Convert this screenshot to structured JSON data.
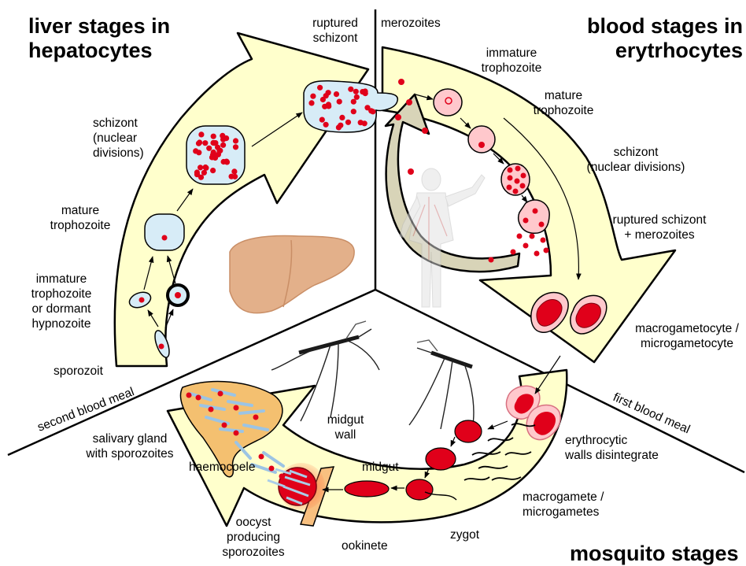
{
  "headings": {
    "liver": "liver stages in\nhepatocytes",
    "blood": "blood stages in\nerytrhocytes",
    "mosquito": "mosquito stages"
  },
  "liver_labels": {
    "ruptured_schizont": "ruptured\nschizont",
    "schizont": "schizont\n(nuclear\ndivisions)",
    "mature_trophozoite": "mature\ntrophozoite",
    "immature_trophozoite": "immature\ntrophozoite\nor dormant\nhypnozoite",
    "sporozoit": "sporozoit"
  },
  "blood_labels": {
    "merozoites": "merozoites",
    "immature_trophozoite": "immature\ntrophozoite",
    "mature_trophozoite": "mature\ntrophozoite",
    "schizont": "schizont\n(nuclear divisions)",
    "ruptured_schizont": "ruptured schizont\n+ merozoites",
    "gametocyte": "macrogametocyte /\nmicrogametocyte"
  },
  "mosquito_labels": {
    "second_blood_meal": "second blood meal",
    "first_blood_meal": "first blood meal",
    "salivary_gland": "salivary gland\nwith sporozoites",
    "midgut_wall": "midgut\nwall",
    "haemocoele": "haemocoele",
    "midgut": "midgut",
    "erythrocytic_walls": "erythrocytic\nwalls disintegrate",
    "macrogamete": "macrogamete /\nmicrogametes",
    "oocyst": "oocyst\nproducing\nsporozoites",
    "ookinete": "ookinete",
    "zygot": "zygot"
  },
  "colors": {
    "arrow_fill": "#ffffcc",
    "cell_blue": "#d7ecf7",
    "cell_pink": "#ffc8cc",
    "dot_red": "#e0001a",
    "gland_fill": "#f4c070",
    "wall_orange": "#f8c080",
    "liver_tan": "#e3b08a",
    "vessel_band": "#d8d4b8"
  }
}
